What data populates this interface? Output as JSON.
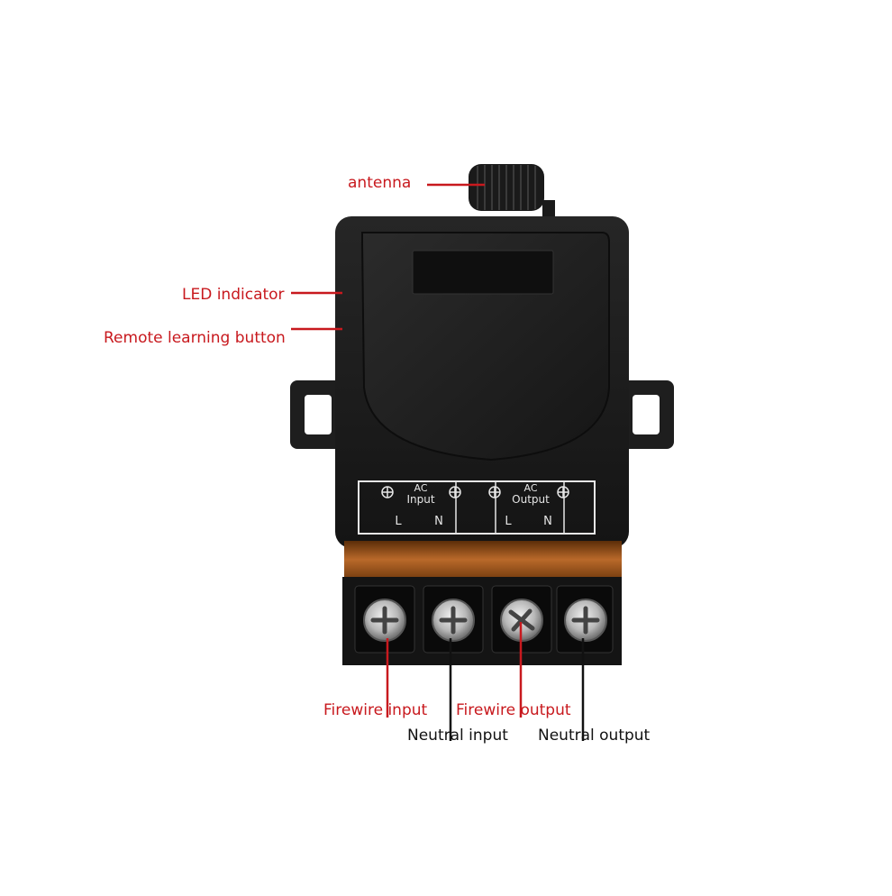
{
  "callouts": {
    "antenna": "antenna",
    "led_indicator": "LED indicator",
    "remote_learning_button": "Remote learning button",
    "firewire_input": "Firewire input",
    "firewire_output": "Firewire output",
    "neutral_input": "Neutral input",
    "neutral_output": "Neutral output"
  },
  "terminal_panel": {
    "input_title_1": "AC",
    "input_title_2": "Input",
    "output_title_1": "AC",
    "output_title_2": "Output",
    "input_l": "L",
    "input_n": "N",
    "output_l": "L",
    "output_n": "N"
  },
  "colors": {
    "callout_red": "#c8191e",
    "callout_black": "#111111",
    "housing": "#1c1c1c",
    "amber_strip": "#8a4a12"
  }
}
